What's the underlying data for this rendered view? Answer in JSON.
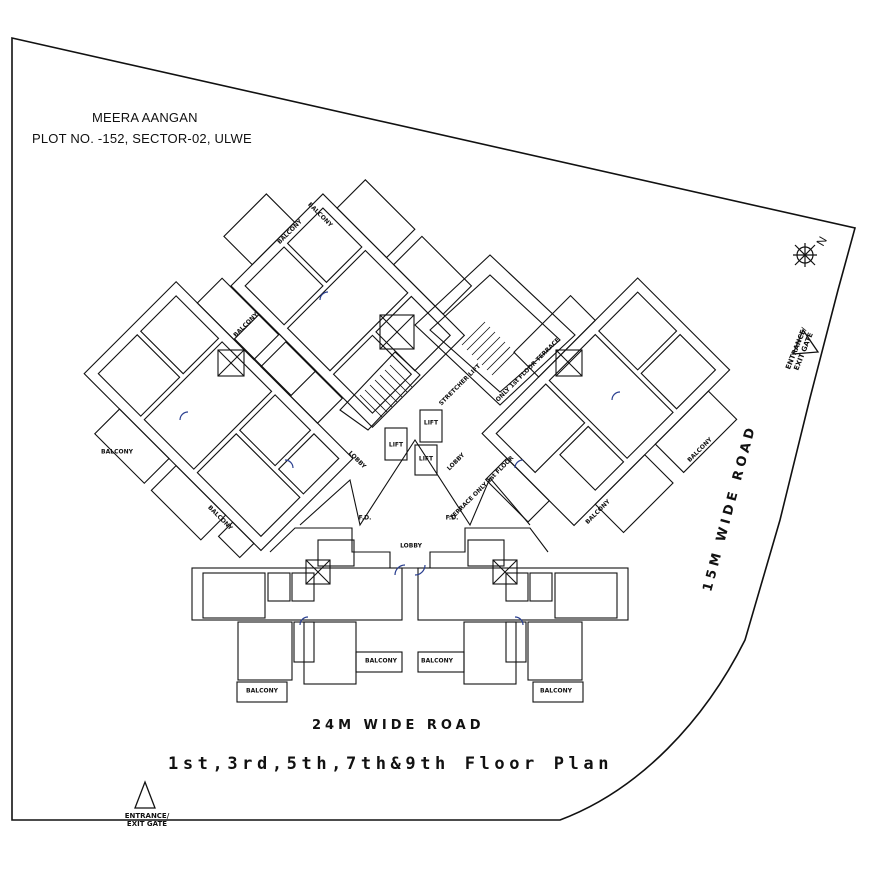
{
  "project": {
    "name": "MEERA AANGAN",
    "plot": "PLOT NO. -152, SECTOR-02, ULWE"
  },
  "roads": {
    "bottom": "24M WIDE ROAD",
    "right": "15M WIDE ROAD"
  },
  "floor_plan_title": "1st,3rd,5th,7th&9th Floor Plan",
  "gates": {
    "bottom_left": [
      "ENTRANCE/",
      "EXIT GATE"
    ],
    "right": [
      "ENTRANCE/",
      "EXIT GATE"
    ]
  },
  "north_label": "N",
  "room_labels": {
    "lobby_center": "LOBBY",
    "lobby_left": "LOBBY",
    "lobby_right": "LOBBY",
    "lift_1": "LIFT",
    "lift_2": "LIFT",
    "lift_3": "LIFT",
    "fd_left": "F.D.",
    "fd_right": "F.D.",
    "terrace": "TERRACE ONLY 1st FLOOR",
    "stretcher": "STRETCHER LIFT",
    "ff_terrace": "ONLY 1st FLOOR TERRACE",
    "balcony_a": "BALCONY",
    "balcony_b": "BALCONY",
    "balcony_c": "BALCONY",
    "balcony_d": "BALCONY",
    "balcony_e": "BALCONY",
    "balcony_f": "BALCONY",
    "balcony_g": "BALCONY",
    "balcony_h": "BALCONY",
    "balcony_i": "BALCONY",
    "balcony_j": "BALCONY",
    "balcony_k": "BALCONY"
  },
  "colors": {
    "line": "#111111",
    "door": "#2a3f8f",
    "background": "#ffffff"
  }
}
